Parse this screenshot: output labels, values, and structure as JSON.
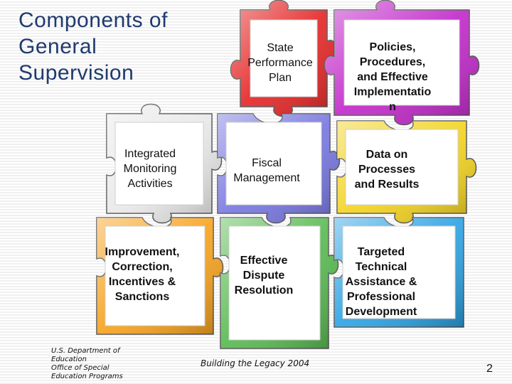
{
  "slide": {
    "title": "Components of General Supervision",
    "footer_left": "U.S. Department of Education\nOffice of Special\nEducation Programs",
    "footer_center": "Building the Legacy 2004",
    "page_number": "2"
  },
  "pieces": {
    "state_performance_plan": {
      "label": "State\nPerformance\nPlan",
      "color": "#e52424"
    },
    "policies": {
      "label": "Policies,\nProcedures,\nand Effective\nImplementatio\nn",
      "color": "#c126c9"
    },
    "integrated_monitoring": {
      "label": "Integrated\nMonitoring\nActivities",
      "color": "#e8e8e8"
    },
    "fiscal_management": {
      "label": "Fiscal\nManagement",
      "color": "#7575e0"
    },
    "data_processes": {
      "label": "Data on\nProcesses\nand Results",
      "color": "#f2d21c"
    },
    "improvement": {
      "label": "Improvement,\nCorrection,\nIncentives &\nSanctions",
      "color": "#f7a11a"
    },
    "dispute_resolution": {
      "label": "Effective\nDispute\nResolution",
      "color": "#56b94e"
    },
    "technical_assistance": {
      "label": "Targeted\nTechnical\nAssistance &\nProfessional\nDevelopment",
      "color": "#2ba2e3"
    }
  }
}
